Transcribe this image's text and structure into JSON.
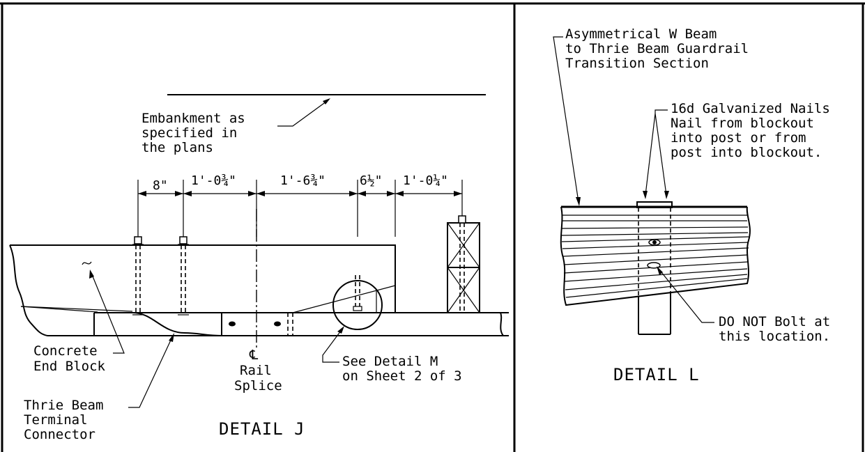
{
  "detail_j": {
    "embankment_note": [
      "Embankment as",
      "specified in",
      "the plans"
    ],
    "dimensions": [
      "8\"",
      "1'-0¾\"",
      "1'-6¾\"",
      "6½\"",
      "1'-0¼\""
    ],
    "concrete_end_block": [
      "Concrete",
      "End Block"
    ],
    "centerline_symbol": "℄",
    "rail_splice": [
      "Rail",
      "Splice"
    ],
    "see_detail_m": [
      "See Detail M",
      "on Sheet 2 of 3"
    ],
    "terminal_connector": [
      "Thrie Beam",
      "Terminal",
      "Connector"
    ],
    "title": "DETAIL J"
  },
  "detail_l": {
    "transition_note": [
      "Asymmetrical W Beam",
      "to Thrie Beam Guardrail",
      "Transition Section"
    ],
    "nails_note": [
      "16d Galvanized Nails",
      "Nail from blockout",
      "into post or from",
      "post into blockout."
    ],
    "do_not_bolt": [
      "DO NOT Bolt at",
      "this location."
    ],
    "title": "DETAIL L"
  }
}
